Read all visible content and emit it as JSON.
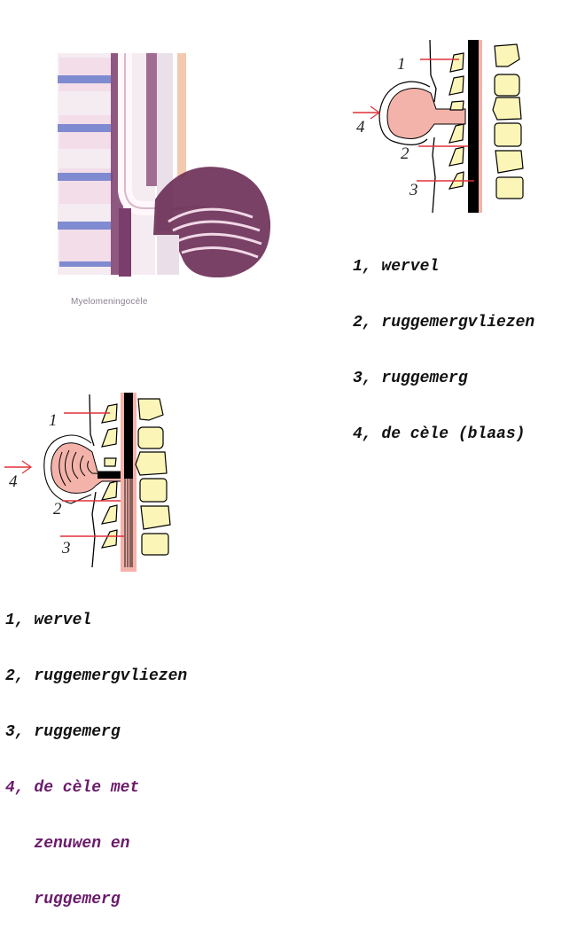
{
  "figure1": {
    "caption": "Myelomeningocèle"
  },
  "figure2": {
    "labels": [
      "1",
      "2",
      "3",
      "4"
    ],
    "legend": [
      "1, wervel",
      "2, ruggemergvliezen",
      "3, ruggemerg",
      "4, de cèle (blaas)"
    ]
  },
  "figure3": {
    "labels": [
      "1",
      "2",
      "3",
      "4"
    ],
    "legend": [
      "1, wervel",
      "2, ruggemergvliezen",
      "3, ruggemerg",
      "4, de cèle met",
      "   zenuwen en",
      "   ruggemerg"
    ]
  },
  "colors": {
    "vertebra_fill": "#fbf6b8",
    "cele_fill": "#f4b3aa",
    "pointer_line": "#e0303a",
    "cord": "#000000",
    "legend_highlight": "#6a1a6a",
    "photo_purple": "#6a2c55",
    "photo_blue": "#5e6fc0"
  }
}
